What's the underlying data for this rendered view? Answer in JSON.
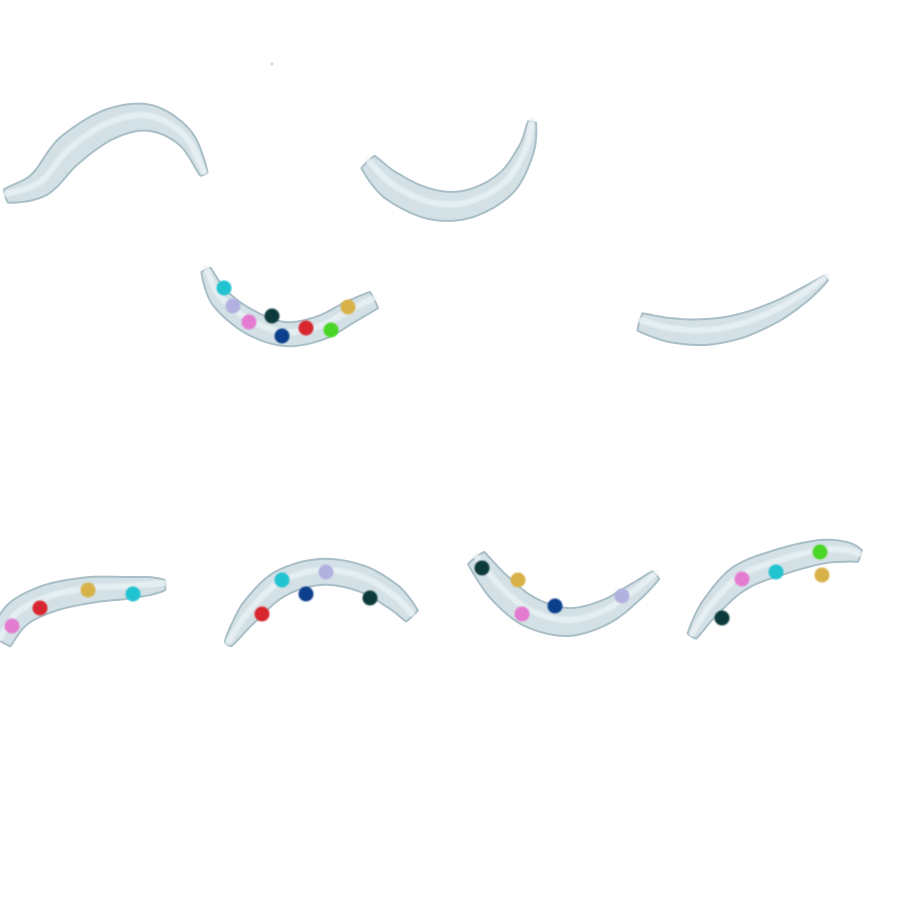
{
  "colors": {
    "background": "#ffffff",
    "body_fill": "#d3e1e6",
    "body_edge": "#a9bec6",
    "body_highlight": "#eef4f6"
  },
  "worms": [
    {
      "name": "worm-top-left",
      "dots": []
    },
    {
      "name": "worm-top-right",
      "dots": []
    },
    {
      "name": "worm-middle-left",
      "dots": [
        "#22c3d0",
        "#b3b1e0",
        "#e37bd0",
        "#0e3b3a",
        "#0c3f8c",
        "#d8262e",
        "#4ad628",
        "#d8b24a"
      ]
    },
    {
      "name": "worm-middle-right",
      "dots": []
    },
    {
      "name": "worm-bottom-1",
      "dots": [
        "#e37bd0",
        "#d8262e",
        "#d8b24a",
        "#22c3d0"
      ]
    },
    {
      "name": "worm-bottom-2",
      "dots": [
        "#d8262e",
        "#22c3d0",
        "#b3b1e0",
        "#0c3f8c",
        "#0e3b3a"
      ]
    },
    {
      "name": "worm-bottom-3",
      "dots": [
        "#0e3b3a",
        "#d8b24a",
        "#e37bd0",
        "#0c3f8c",
        "#b3b1e0"
      ]
    },
    {
      "name": "worm-bottom-4",
      "dots": [
        "#0e3b3a",
        "#e37bd0",
        "#22c3d0",
        "#4ad628",
        "#d8b24a"
      ]
    }
  ]
}
